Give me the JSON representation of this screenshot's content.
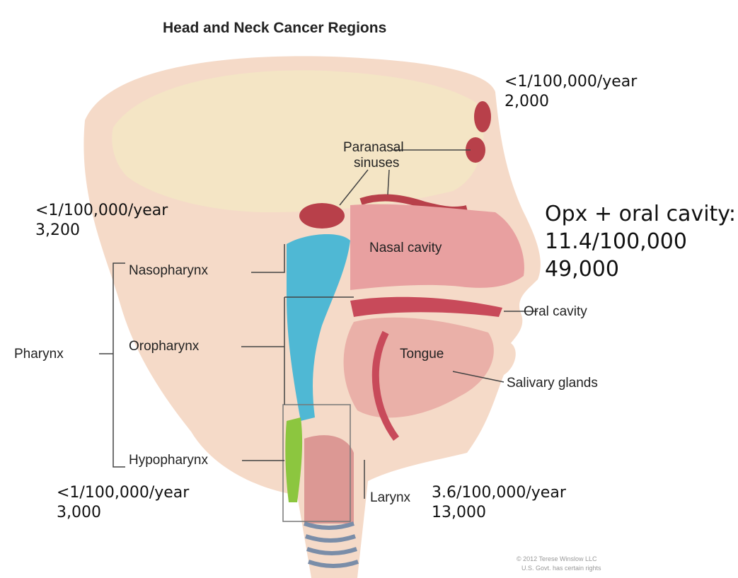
{
  "title": "Head and Neck Cancer Regions",
  "labels": {
    "paranasal_line1": "Paranasal",
    "paranasal_line2": "sinuses",
    "nasal_cavity": "Nasal cavity",
    "nasopharynx": "Nasopharynx",
    "oral_cavity": "Oral cavity",
    "oropharynx": "Oropharynx",
    "pharynx": "Pharynx",
    "tongue": "Tongue",
    "salivary_glands": "Salivary glands",
    "hypopharynx": "Hypopharynx",
    "larynx": "Larynx"
  },
  "stats": {
    "sinus": {
      "rate": "<1/100,000/year",
      "count": "2,000"
    },
    "nasopharynx": {
      "rate": "<1/100,000/year",
      "count": "3,200"
    },
    "opx_oral": {
      "heading": "Opx + oral cavity:",
      "rate": "11.4/100,000",
      "count": "49,000"
    },
    "hypopharynx": {
      "rate": "<1/100,000/year",
      "count": "3,000"
    },
    "larynx": {
      "rate": "3.6/100,000/year",
      "count": "13,000"
    }
  },
  "copyright": {
    "line1": "© 2012 Terese Winslow LLC",
    "line2": "U.S. Govt. has certain rights"
  },
  "colors": {
    "skin": "#f0c9b0",
    "airway": "#4fb8d4",
    "hypopharynx_green": "#8cc63f",
    "tissue": "#e8a0a0",
    "sinus": "#b8404a",
    "bone": "#f3e6c4"
  }
}
